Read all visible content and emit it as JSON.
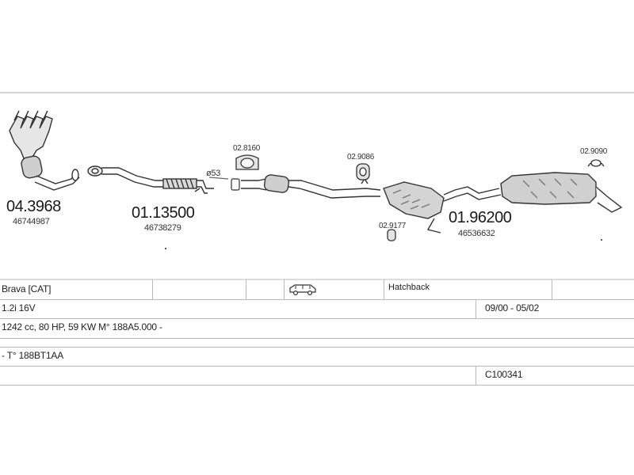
{
  "parts": {
    "manifold": {
      "number": "04.3968",
      "oem": "46744987"
    },
    "front_pipe": {
      "number": "01.13500",
      "oem": "46738279"
    },
    "clamp_size": "ø53",
    "rubber_mount_1": {
      "number": "02.8160"
    },
    "rubber_mount_2": {
      "number": "02.9086"
    },
    "rubber_mount_3": {
      "number": "02.9177"
    },
    "rubber_mount_4": {
      "number": "02.9090"
    },
    "middle_section": {
      "number": "01.96200",
      "oem": "46536632"
    }
  },
  "vehicle": {
    "model": "Brava  [CAT]",
    "body_type": "Hatchback",
    "engine": "1.2i 16V",
    "years": "09/00 - 05/02",
    "spec": "1242 cc, 80 HP, 59 KW M° 188A5.000 -",
    "type_code": "- T° 188BT1AA",
    "catalog_code": "C100341"
  }
}
